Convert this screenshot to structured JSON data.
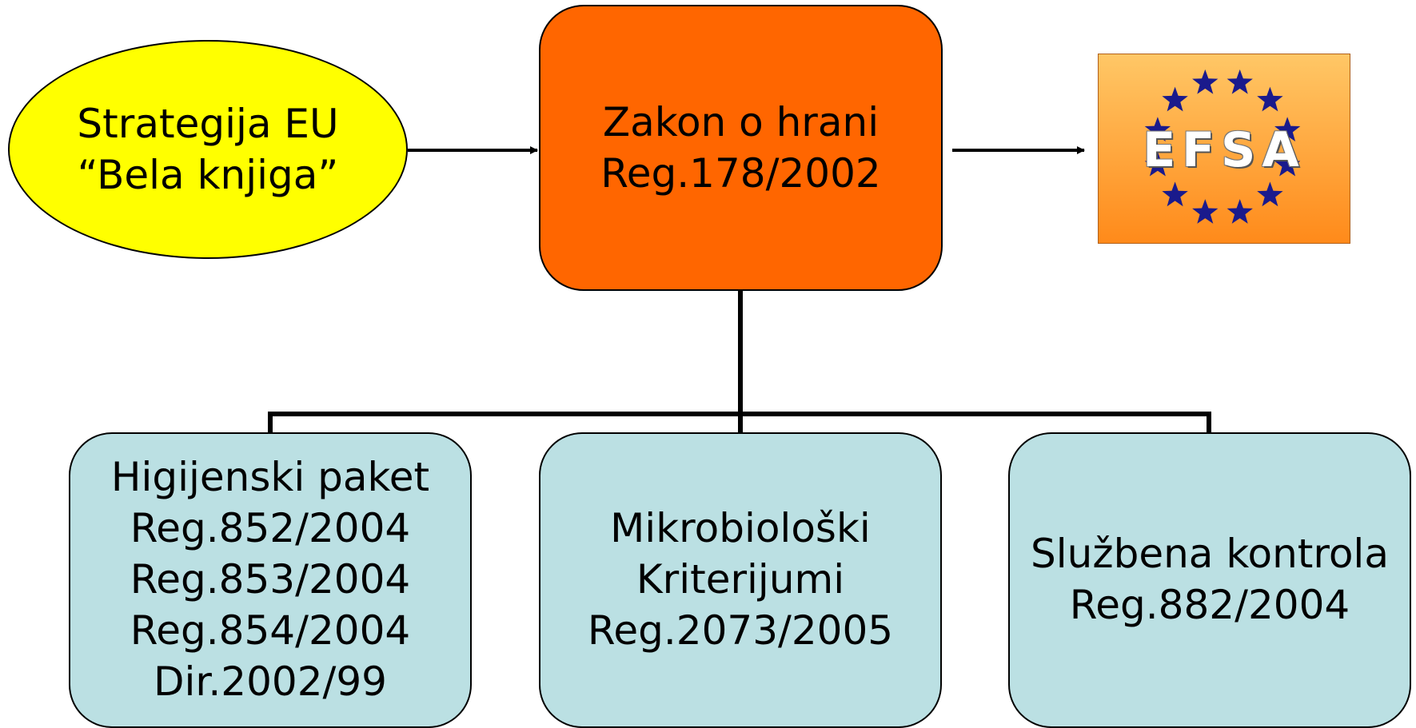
{
  "colors": {
    "ellipse_fill": "#ffff00",
    "law_fill": "#ff6600",
    "sub_fill": "#bbe0e3",
    "efsa_gradient_top": "#ffc766",
    "efsa_gradient_bottom": "#ff8a1a",
    "star": "#1a1a8c"
  },
  "nodes": {
    "strategy": {
      "lines": [
        "Strategija EU",
        "“Bela knjiga”"
      ]
    },
    "food_law": {
      "lines": [
        "Zakon o hrani",
        "Reg.178/2002"
      ]
    },
    "hygiene": {
      "lines": [
        "Higijenski paket",
        "Reg.852/2004",
        "Reg.853/2004",
        "Reg.854/2004",
        "Dir.2002/99"
      ]
    },
    "microbiology": {
      "lines": [
        "Mikrobiološki",
        "Kriterijumi",
        "Reg.2073/2005"
      ]
    },
    "official_control": {
      "lines": [
        "Službena kontrola",
        "Reg.882/2004"
      ]
    }
  },
  "efsa_logo": {
    "text": "EFSA",
    "star_icon": "star-icon"
  }
}
